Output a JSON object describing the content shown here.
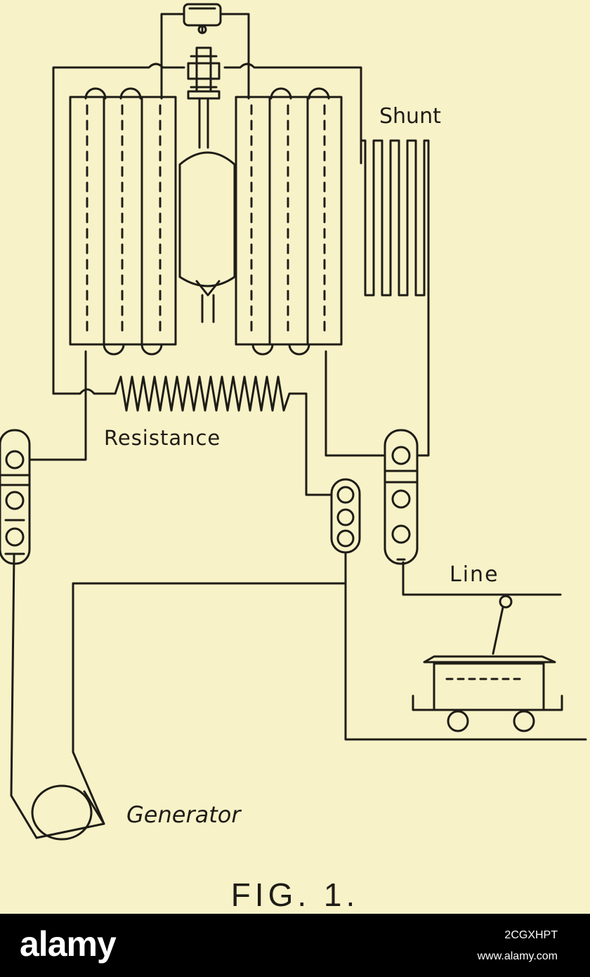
{
  "diagram": {
    "labels": {
      "shunt": "Shunt",
      "resistance": "Resistance",
      "line": "Line",
      "generator": "Generator"
    },
    "caption": "FIG. 1."
  },
  "footer": {
    "logo": "alamy",
    "image_id": "2CGXHPT",
    "url": "www.alamy.com"
  },
  "colors": {
    "background": "#f8f2c8",
    "ink": "#1e1c16",
    "footer": "#000000"
  }
}
